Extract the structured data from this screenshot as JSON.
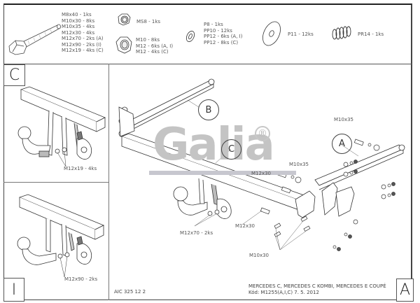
{
  "parts_list": {
    "bolts": [
      "M8x40 - 1ks",
      "M10x30 - 8ks",
      "M10x35 - 4ks",
      "M12x30 - 4ks",
      "M12x70 - 2ks (A)",
      "M12x90 - 2ks (I)",
      "M12x19 - 4ks (C)"
    ],
    "self_lock_nut": "MS8 - 1ks",
    "nuts": [
      "M10 - 8ks",
      "M12 - 6ks (A, I)",
      "M12 - 4ks (C)"
    ],
    "washers": [
      "P8 - 1ks",
      "PP10 - 12ks",
      "PP12 - 6ks (A, I)",
      "PP12 - 8ks (C)"
    ],
    "large_washer": "P11 - 12ks",
    "spring": "PR14 - 1ks"
  },
  "panels": {
    "c": {
      "letter": "C",
      "callout": "M12x19 - 4ks"
    },
    "i": {
      "letter": "I",
      "callout": "M12x90 - 2ks"
    }
  },
  "main_drawing": {
    "logo": "Galia",
    "registered": "®",
    "circle_labels": [
      "B",
      "C",
      "A"
    ],
    "callouts": {
      "m10x35_top": "M10x35",
      "m10x35_mid": "M10x35",
      "m12x30_upper": "M12x30",
      "m12x30_lower": "M12x30",
      "m12x70": "M12x70 - 2ks",
      "m10x30": "M10x30"
    }
  },
  "footer": {
    "drawing_number": "AIC 325 12 2",
    "vehicle": "MERCEDES C, MERCEDES C KOMBI, MERCEDES E COUPÉ",
    "code_line": "Kód: M1255(A,I,C)  7. 5. 2012",
    "variant_letter": "A"
  }
}
